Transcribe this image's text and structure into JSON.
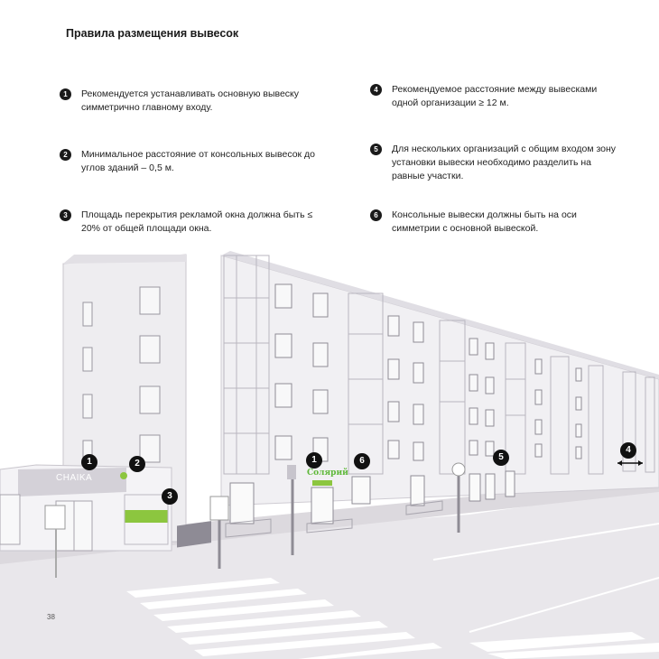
{
  "title": "Правила размещения вывесок",
  "rules": [
    {
      "num": "1",
      "text": "Рекомендуется устанавливать основную вывеску симметрично главному входу."
    },
    {
      "num": "2",
      "text": "Минимальное расстояние от консольных вывесок до углов зданий – 0,5 м."
    },
    {
      "num": "3",
      "text": "Площадь перекрытия рекламой окна должна быть ≤ 20% от общей площади окна."
    },
    {
      "num": "4",
      "text": "Рекомендуемое расстояние между вывесками одной организации ≥ 12 м."
    },
    {
      "num": "5",
      "text": "Для нескольких организаций с общим входом зону установки вывески необходимо разделить на равные участки."
    },
    {
      "num": "6",
      "text": "Консольные вывески должны быть на оси симметрии с основной вывеской."
    }
  ],
  "illustration": {
    "markers": [
      "1",
      "2",
      "3",
      "1",
      "6",
      "5",
      "4"
    ],
    "sign_left": "CHAIKA",
    "sign_center": "Солярий",
    "accent_color": "#8cc63f"
  },
  "page_number": "38"
}
